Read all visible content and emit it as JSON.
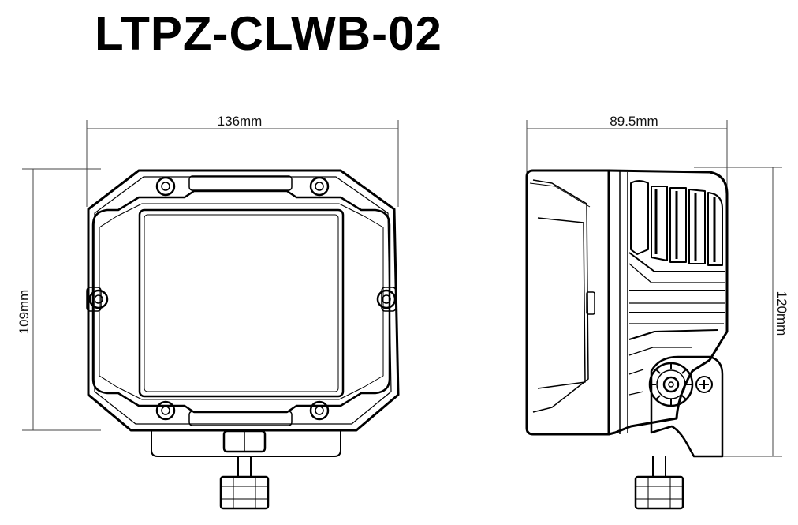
{
  "title": "LTPZ-CLWB-02",
  "dimensions": {
    "front_width": "136mm",
    "front_height": "109mm",
    "side_depth": "89.5mm",
    "side_height": "120mm"
  },
  "colors": {
    "line": "#000000",
    "dim_line": "#444444",
    "background": "#ffffff"
  }
}
